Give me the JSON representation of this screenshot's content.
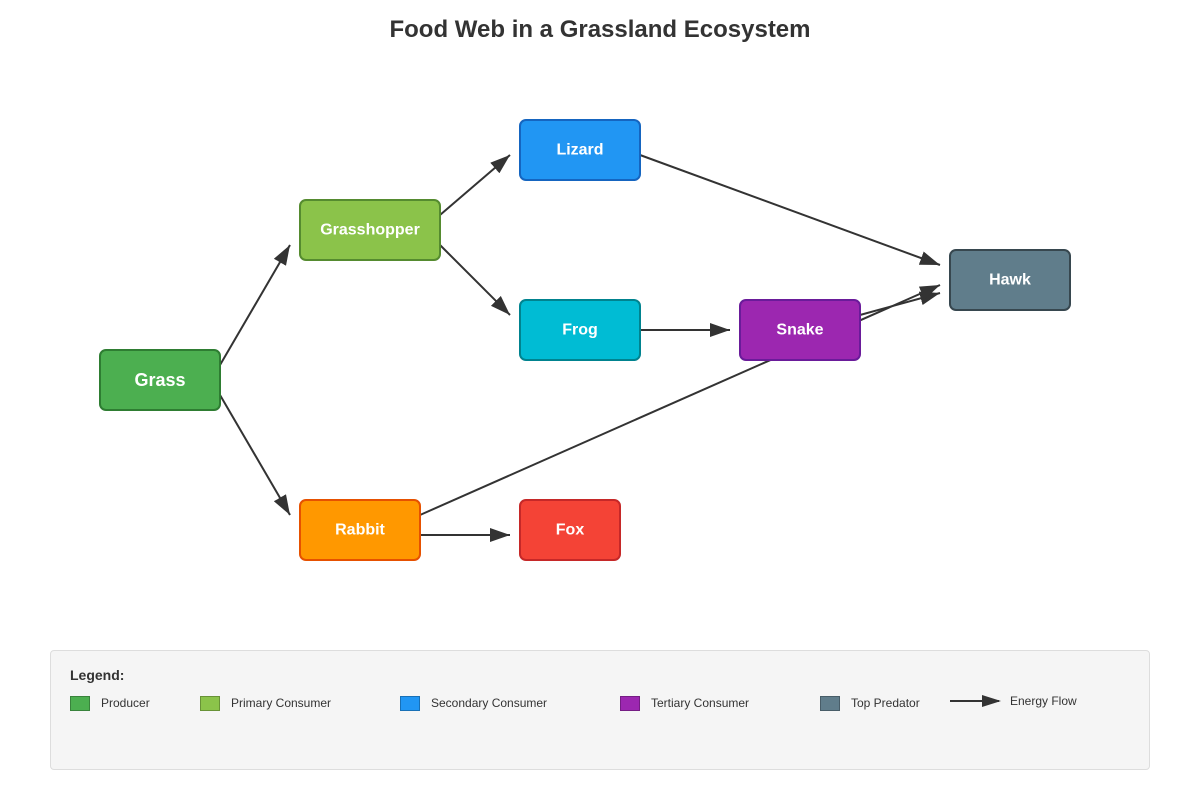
{
  "title": "Food Web in a Grassland Ecosystem",
  "nodes": [
    {
      "id": "grass",
      "label": "Grass",
      "fill": "#4caf50",
      "stroke": "#2e7d32"
    },
    {
      "id": "grasshopper",
      "label": "Grasshopper",
      "fill": "#8bc34a",
      "stroke": "#558b2f"
    },
    {
      "id": "lizard",
      "label": "Lizard",
      "fill": "#2196f3",
      "stroke": "#1565c0"
    },
    {
      "id": "frog",
      "label": "Frog",
      "fill": "#00bcd4",
      "stroke": "#00838f"
    },
    {
      "id": "snake",
      "label": "Snake",
      "fill": "#9c27b0",
      "stroke": "#6a1b9a"
    },
    {
      "id": "hawk",
      "label": "Hawk",
      "fill": "#607d8b",
      "stroke": "#37474f"
    },
    {
      "id": "rabbit",
      "label": "Rabbit",
      "fill": "#ff9800",
      "stroke": "#e65100"
    },
    {
      "id": "fox",
      "label": "Fox",
      "fill": "#f44336",
      "stroke": "#c62828"
    }
  ],
  "edges": [
    {
      "from": "grass",
      "to": "grasshopper"
    },
    {
      "from": "grass",
      "to": "rabbit"
    },
    {
      "from": "grasshopper",
      "to": "lizard"
    },
    {
      "from": "grasshopper",
      "to": "frog"
    },
    {
      "from": "frog",
      "to": "snake"
    },
    {
      "from": "lizard",
      "to": "hawk"
    },
    {
      "from": "snake",
      "to": "hawk"
    },
    {
      "from": "rabbit",
      "to": "hawk"
    },
    {
      "from": "rabbit",
      "to": "fox"
    }
  ],
  "legend": {
    "title": "Legend:",
    "items": [
      {
        "label": "Producer",
        "color": "#4caf50"
      },
      {
        "label": "Primary Consumer",
        "color": "#8bc34a"
      },
      {
        "label": "Secondary Consumer",
        "color": "#2196f3"
      },
      {
        "label": "Tertiary Consumer",
        "color": "#9c27b0"
      },
      {
        "label": "Top Predator",
        "color": "#607d8b"
      }
    ],
    "arrow_label": "Energy Flow"
  },
  "colors": {
    "arrow": "#333333",
    "title_text": "#333333"
  }
}
